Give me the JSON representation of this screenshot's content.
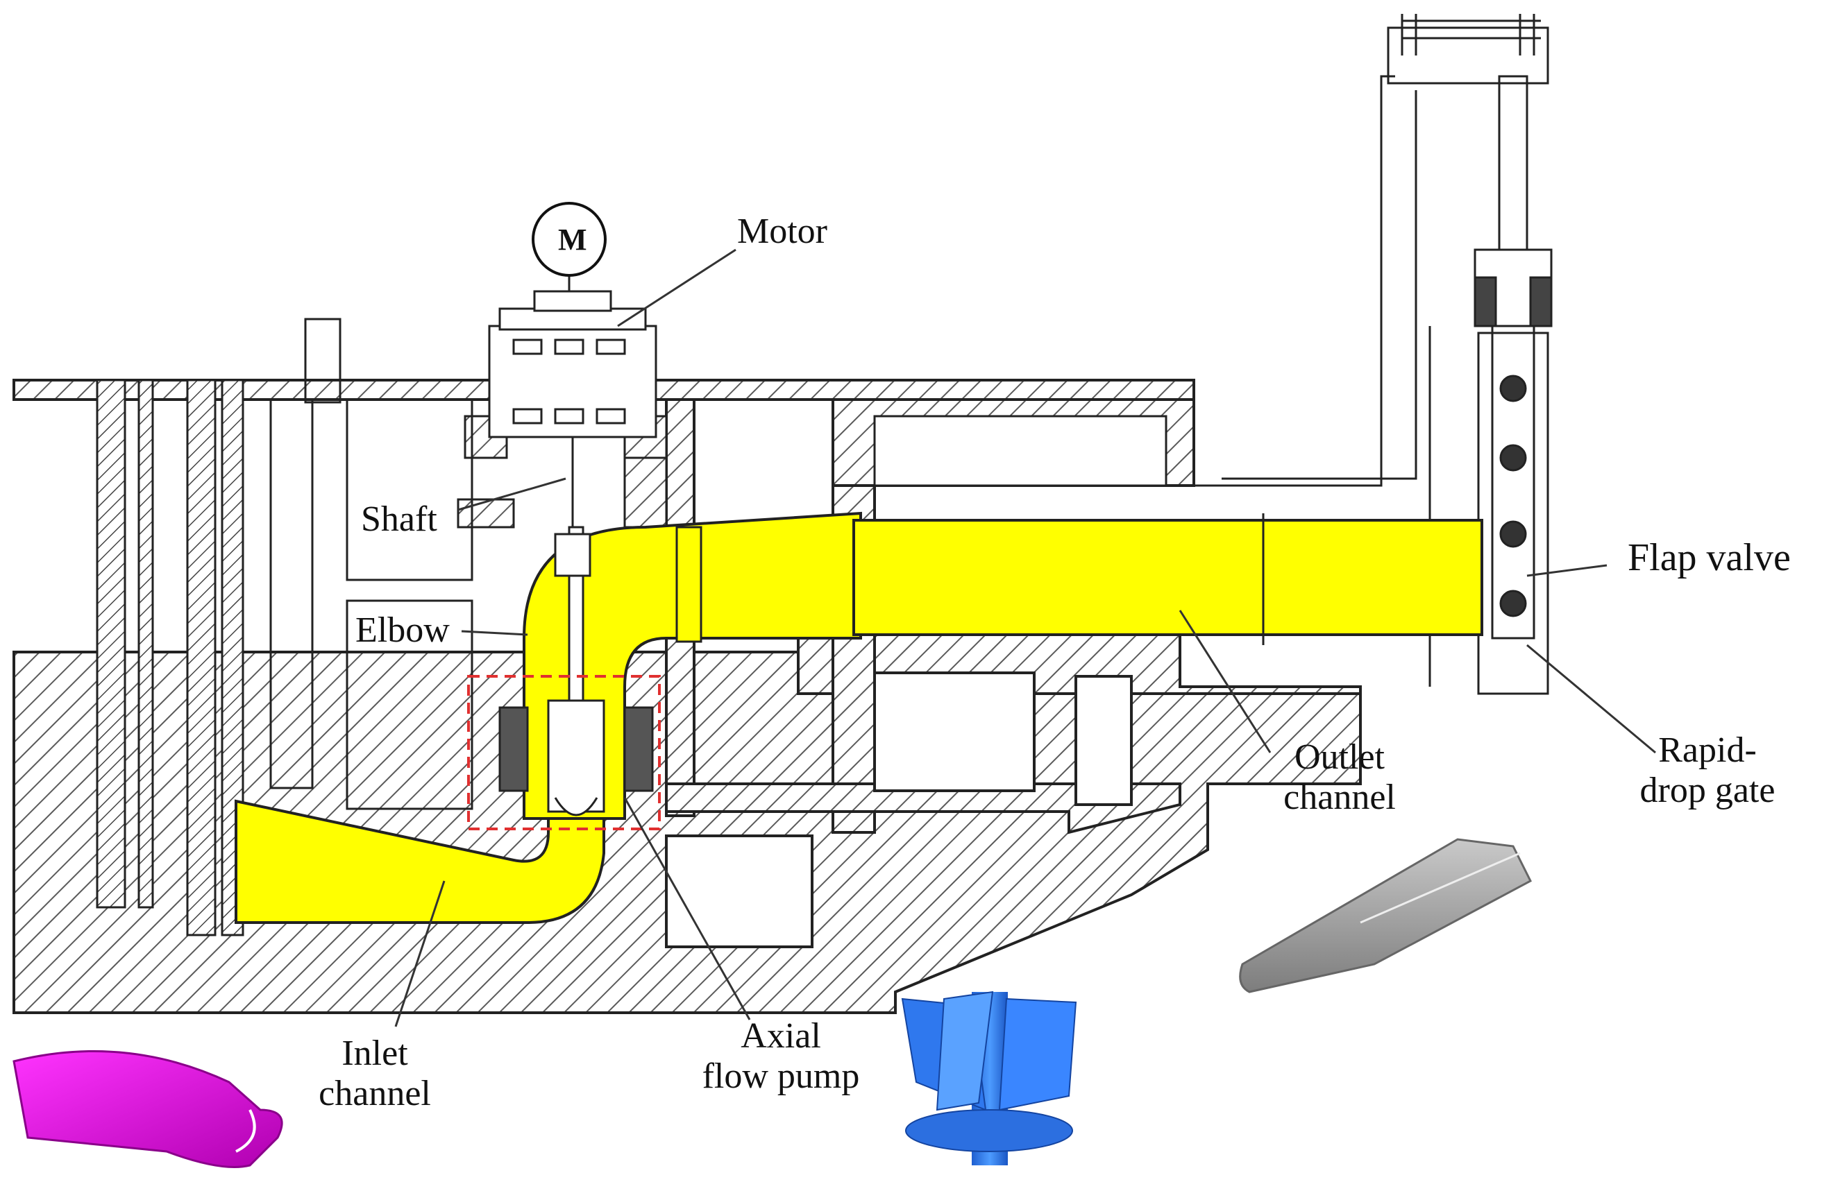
{
  "labels": {
    "motor_symbol": "M",
    "motor": "Motor",
    "shaft": "Shaft",
    "elbow": "Elbow",
    "flap_valve": "Flap valve",
    "outlet_channel_line1": "Outlet",
    "outlet_channel_line2": "channel",
    "rapid_drop_gate_line1": "Rapid-",
    "rapid_drop_gate_line2": "drop gate",
    "inlet_channel_line1": "Inlet",
    "inlet_channel_line2": "channel",
    "axial_flow_pump_line1": "Axial",
    "axial_flow_pump_line2": "flow pump"
  },
  "colors": {
    "flow_passage": "#ffff00",
    "concrete_hatch": "#555555",
    "outline": "#222222",
    "inlet_model": "#e600e6",
    "impeller_model": "#2a7fff",
    "outlet_model": "#9a9a9a",
    "highlight_box": "#e03030"
  },
  "icons": {
    "inlet_3d_model": "inlet-channel-3d-model",
    "impeller_3d_model": "axial-impeller-3d-model",
    "outlet_3d_model": "outlet-channel-3d-model"
  }
}
